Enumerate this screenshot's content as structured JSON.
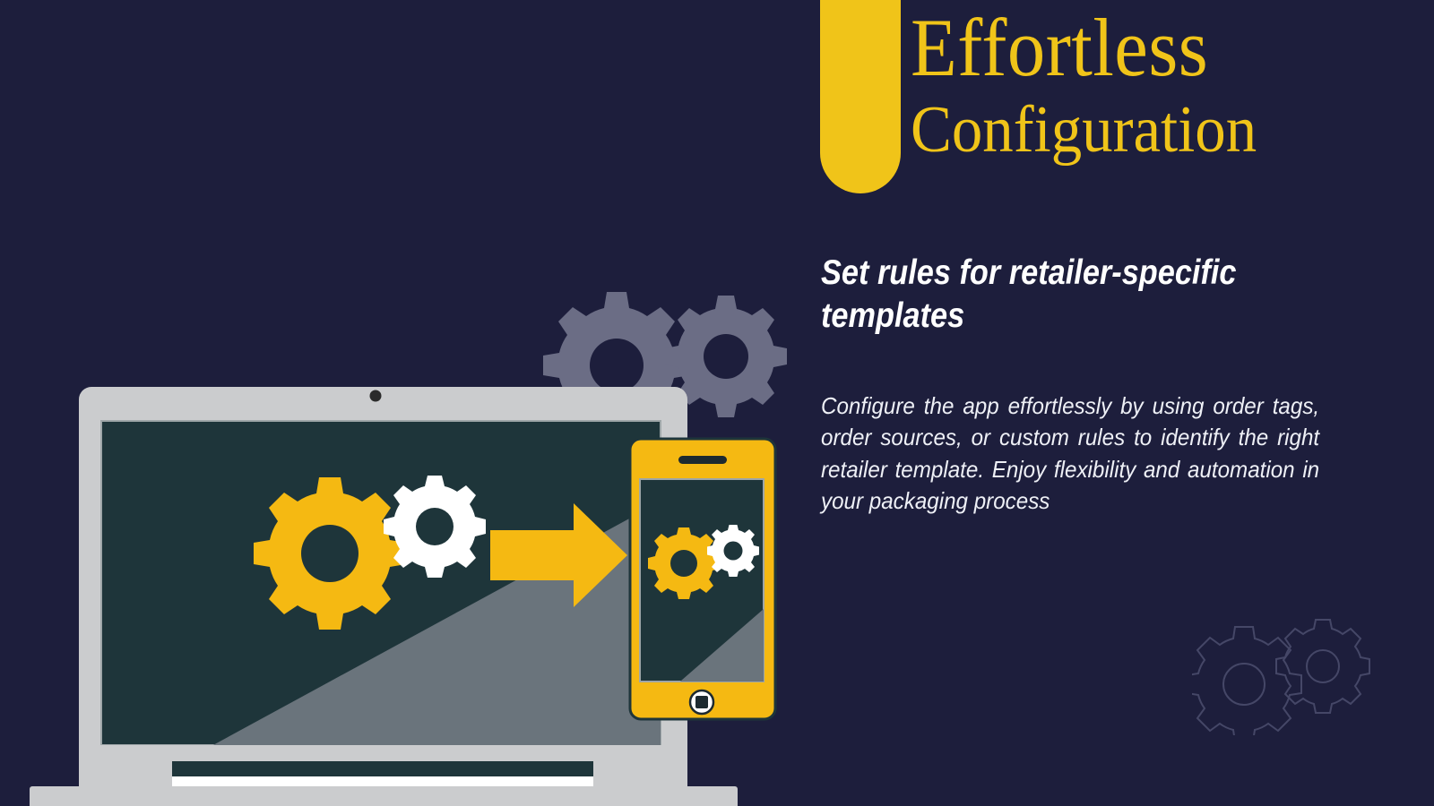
{
  "slide": {
    "background_color": "#1d1e3c",
    "accent_color": "#f0c419",
    "text_color": "#ffffff"
  },
  "header": {
    "title_line1": "Effortless",
    "title_line2": "Configuration",
    "accent_bar_color": "#f0c419"
  },
  "content": {
    "subtitle": "Set rules for retailer-specific templates",
    "body": "Configure the app effortlessly by using order tags, order sources, or custom rules to identify the right retailer template. Enjoy flexibility and automation in your packaging process"
  },
  "illustration": {
    "laptop": {
      "bezel_color": "#cbccce",
      "screen_color": "#1e353a",
      "shadow_color": "#6a747c",
      "base_color": "#cbccce",
      "camera_color": "#2b2b2b",
      "gears": [
        {
          "name": "gear-yellow-large",
          "color": "#f5b912"
        },
        {
          "name": "gear-white-small",
          "color": "#ffffff"
        }
      ],
      "arrow": {
        "name": "arrow-right",
        "color": "#f5b912"
      }
    },
    "phone": {
      "body_color": "#f5b912",
      "screen_color": "#1e353a",
      "shadow_color": "#6a747c",
      "speaker_color": "#1d2a30",
      "home_button_color": "#ffffff",
      "gears": [
        {
          "name": "gear-yellow",
          "color": "#f5b912"
        },
        {
          "name": "gear-white",
          "color": "#ffffff"
        }
      ]
    },
    "background_gears": {
      "color": "#6b6d85",
      "count": 2
    },
    "outline_gears": {
      "color": "#454767",
      "count": 2
    }
  }
}
